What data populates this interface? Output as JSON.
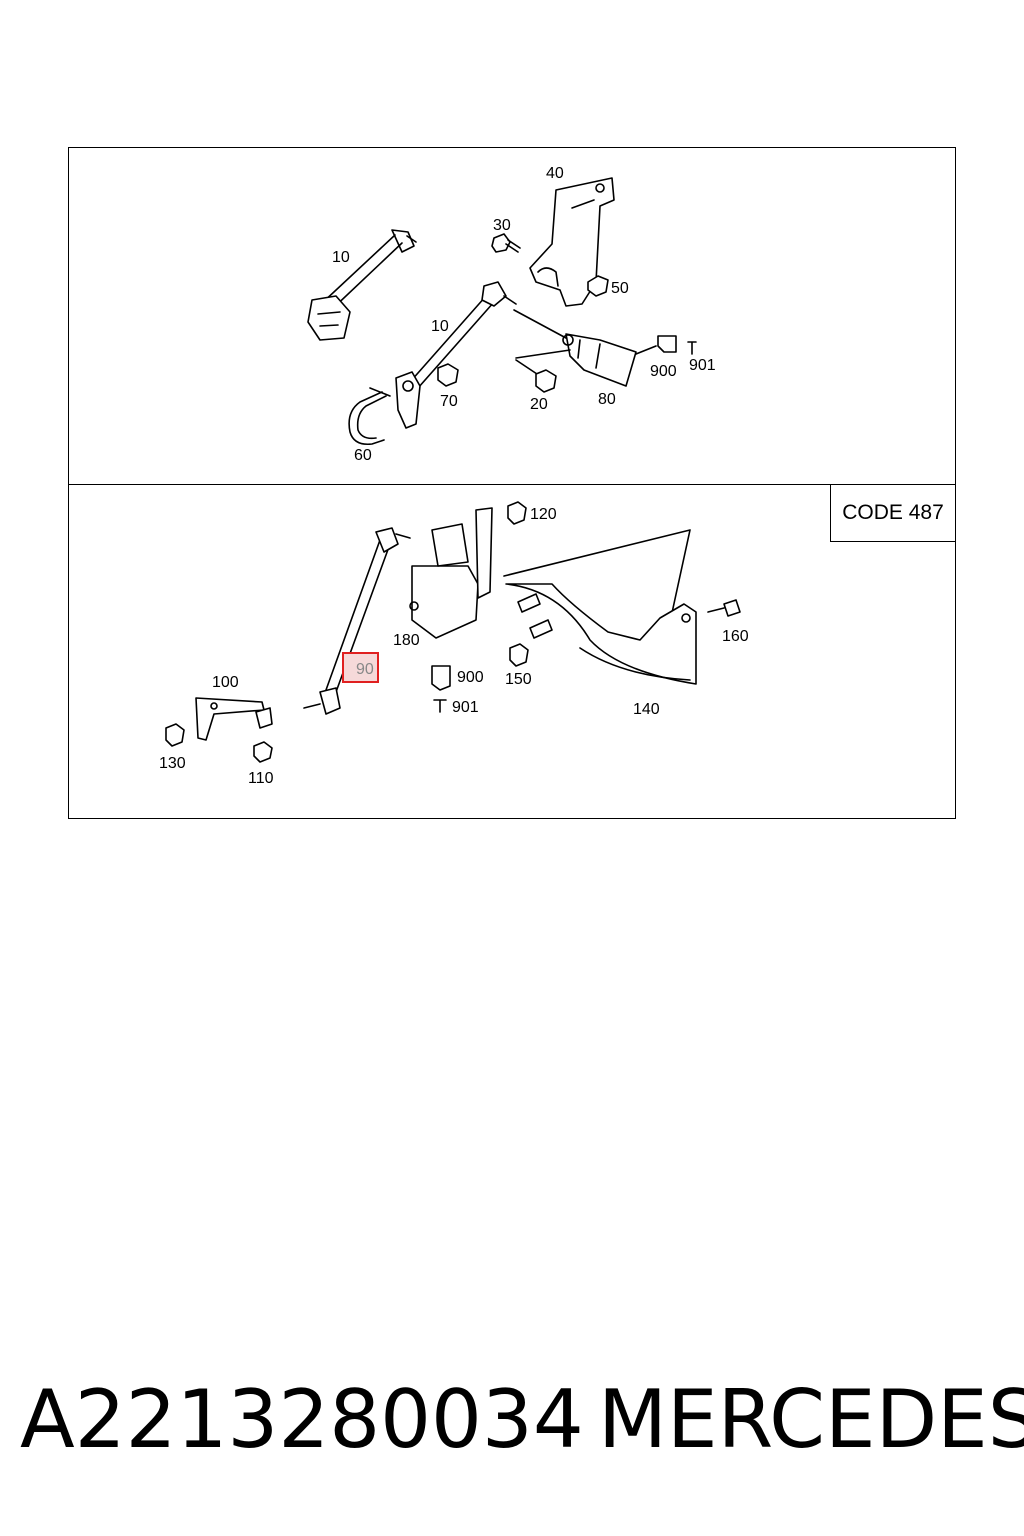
{
  "code_label": "CODE 487",
  "top_panel": {
    "callouts": [
      {
        "id": "c10a",
        "text": "10"
      },
      {
        "id": "c40",
        "text": "40"
      },
      {
        "id": "c30",
        "text": "30"
      },
      {
        "id": "c50",
        "text": "50"
      },
      {
        "id": "c10b",
        "text": "10"
      },
      {
        "id": "c900",
        "text": "900"
      },
      {
        "id": "c901",
        "text": "901"
      },
      {
        "id": "c70",
        "text": "70"
      },
      {
        "id": "c20",
        "text": "20"
      },
      {
        "id": "c80",
        "text": "80"
      },
      {
        "id": "c60",
        "text": "60"
      }
    ]
  },
  "bottom_panel": {
    "callouts": [
      {
        "id": "c120",
        "text": "120"
      },
      {
        "id": "c180",
        "text": "180"
      },
      {
        "id": "c160",
        "text": "160"
      },
      {
        "id": "c90",
        "text": "90",
        "highlighted": true
      },
      {
        "id": "c900",
        "text": "900"
      },
      {
        "id": "c150",
        "text": "150"
      },
      {
        "id": "c100",
        "text": "100"
      },
      {
        "id": "c901",
        "text": "901"
      },
      {
        "id": "c140",
        "text": "140"
      },
      {
        "id": "c130",
        "text": "130"
      },
      {
        "id": "c110",
        "text": "110"
      }
    ]
  },
  "footer": {
    "part_number": "A2213280034",
    "brand": "MERCEDES"
  },
  "colors": {
    "highlight_border": "#e02020",
    "highlight_fill": "#f6d9d9",
    "line": "#000000"
  }
}
